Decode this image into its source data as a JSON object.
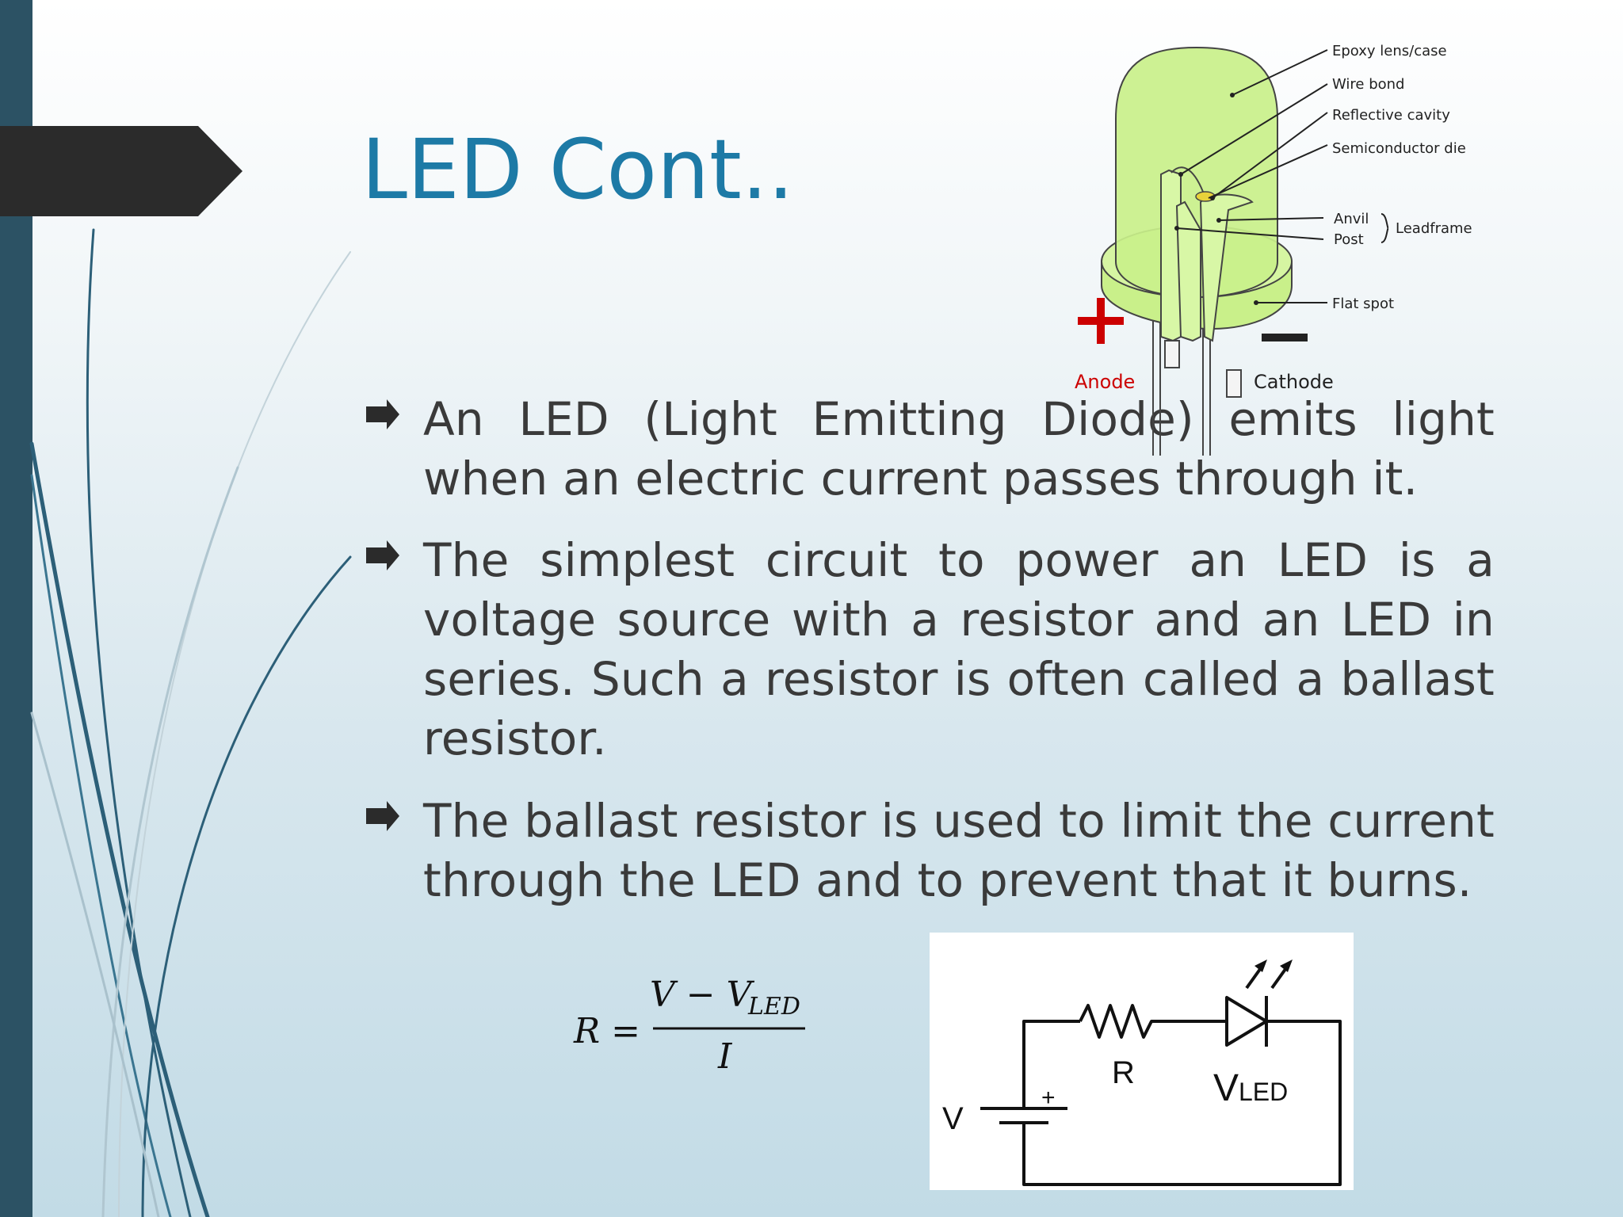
{
  "slide": {
    "title": "LED Cont..",
    "bullets": [
      {
        "text": "An LED (Light Emitting Diode) emits light when an electric current passes through it."
      },
      {
        "text": "The simplest circuit to power an LED is a voltage source with a resistor and an LED in series. Such a resistor is often called a ballast resistor."
      },
      {
        "text": "The ballast resistor is used to limit the current through the LED and to prevent that it burns."
      }
    ]
  },
  "led_diagram": {
    "labels": {
      "epoxy": "Epoxy lens/case",
      "wire_bond": "Wire bond",
      "reflective": "Reflective cavity",
      "semiconductor": "Semiconductor die",
      "anvil": "Anvil",
      "post": "Post",
      "leadframe": "Leadframe",
      "flat_spot": "Flat spot",
      "anode": "Anode",
      "cathode": "Cathode"
    },
    "colors": {
      "lens": "#c9f08a",
      "anode": "#cc0000"
    }
  },
  "formula": {
    "lhs": "R =",
    "numerator": "V − V",
    "numerator_sub": "LED",
    "denominator": "I"
  },
  "circuit": {
    "label_v": "V",
    "label_r": "R",
    "label_vled": "V",
    "label_vled_sub": "LED",
    "plus": "+"
  },
  "theme": {
    "title_color": "#1d7aa6",
    "bar_color": "#2c5264",
    "arrow_color": "#2b2b2b",
    "text_color": "#3a3a3a"
  }
}
